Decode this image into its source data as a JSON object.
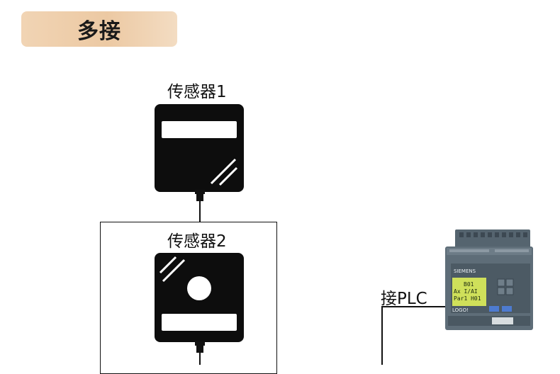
{
  "header": {
    "title": "多接"
  },
  "sensor1": {
    "label": "传感器1"
  },
  "sensor2": {
    "label": "传感器2"
  },
  "plc": {
    "label": "接PLC",
    "brand": "SIEMENS",
    "model": "LOGO!",
    "screen_line1": "B01",
    "screen_line2": "Ax I/AI",
    "screen_line3": "Par1 H01"
  }
}
